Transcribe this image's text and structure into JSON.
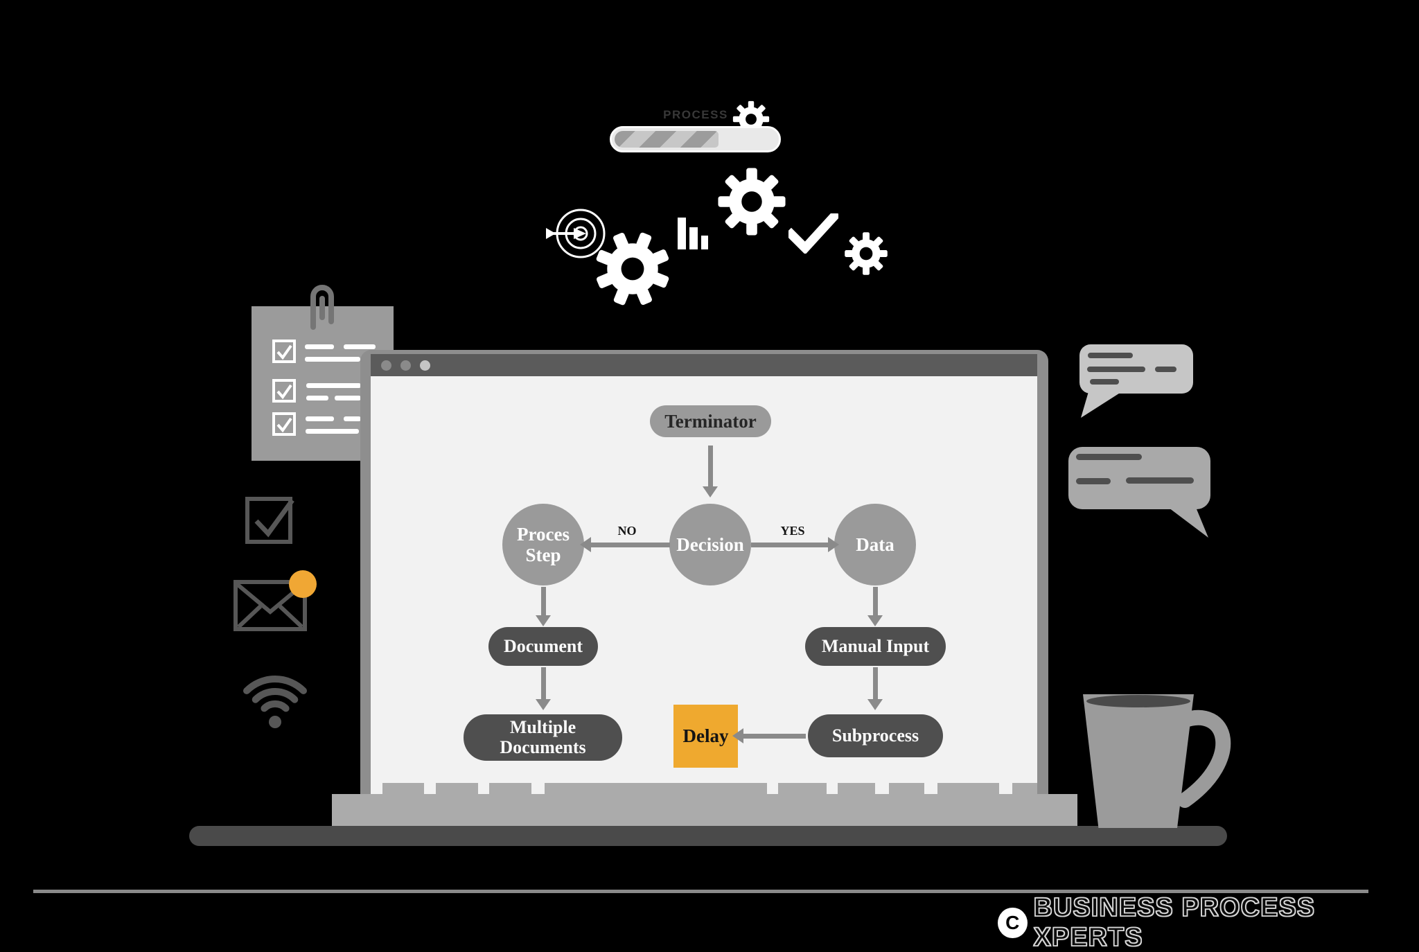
{
  "loader": {
    "label": "PROCESS",
    "fill_percent": 62
  },
  "window": {
    "controls": "three-dots"
  },
  "flowchart": {
    "terminator": "Terminator",
    "decision": "Decision",
    "no": "NO",
    "yes": "YES",
    "process_step": {
      "line1": "Proces",
      "line2": "Step"
    },
    "data": "Data",
    "document": "Document",
    "manual_input": "Manual Input",
    "multiple_documents": {
      "line1": "Multiple",
      "line2": "Documents"
    },
    "subprocess": "Subprocess",
    "delay": "Delay"
  },
  "footer": {
    "copyright_symbol": "C",
    "brand": "BUSINESS PROCESS XPERTS"
  },
  "colors": {
    "background": "#000000",
    "laptop_frame": "#8E8E8E",
    "titlebar": "#5B5B5B",
    "screen": "#F2F2F2",
    "keyboard_deck": "#ABABAB",
    "base_bar": "#4A4A4A",
    "node_gray": "#9A9A9A",
    "node_dark": "#4F4F4F",
    "arrow_gray": "#8A8A8A",
    "delay_orange": "#EFA92F",
    "notification_orange": "#F0A734",
    "clipboard_gray": "#9B9B9B",
    "bubble_light": "#C6C6C6",
    "bubble_mid": "#A9A9A9",
    "icon_dark_gray": "#575757"
  }
}
